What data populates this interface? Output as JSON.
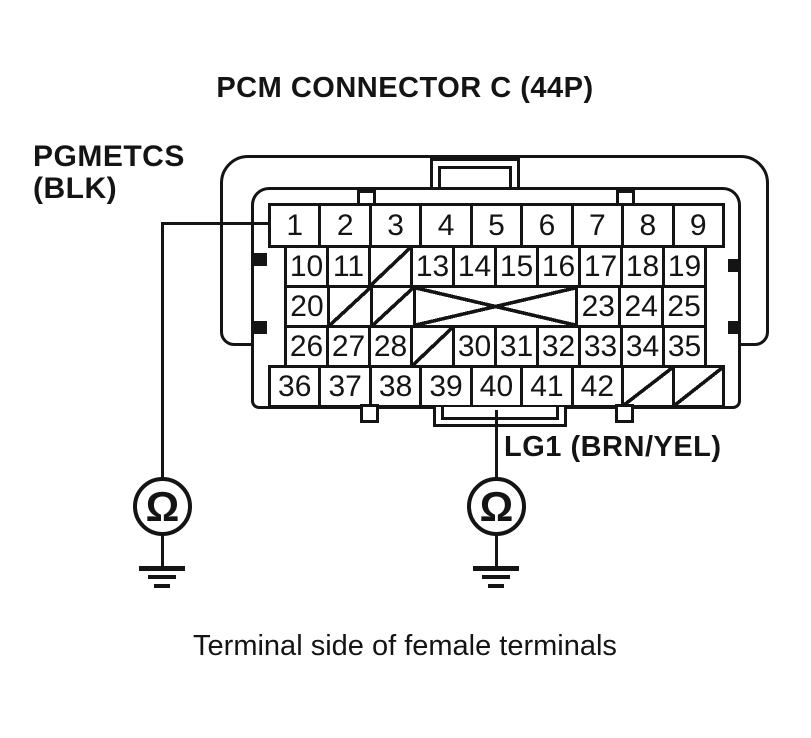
{
  "title": "PCM CONNECTOR C (44P)",
  "caption": "Terminal side of female terminals",
  "wires": {
    "left": {
      "name": "PGMETCS",
      "color_code": "(BLK)"
    },
    "right": {
      "name": "LG1 (BRN/YEL)"
    }
  },
  "meter": {
    "symbol": "Ω"
  },
  "colors": {
    "line": "#141414",
    "background": "#ffffff"
  },
  "connector": {
    "rows": [
      {
        "cells": [
          {
            "label": "1"
          },
          {
            "label": "2"
          },
          {
            "label": "3"
          },
          {
            "label": "4"
          },
          {
            "label": "5"
          },
          {
            "label": "6"
          },
          {
            "label": "7"
          },
          {
            "label": "8"
          },
          {
            "label": "9"
          }
        ]
      },
      {
        "cells": [
          {
            "label": "10"
          },
          {
            "label": "11"
          },
          {
            "type": "slash"
          },
          {
            "label": "13"
          },
          {
            "label": "14"
          },
          {
            "label": "15"
          },
          {
            "label": "16"
          },
          {
            "label": "17"
          },
          {
            "label": "18"
          },
          {
            "label": "19"
          }
        ]
      },
      {
        "cells": [
          {
            "label": "20"
          },
          {
            "type": "slash"
          },
          {
            "type": "slash"
          },
          {
            "type": "cross",
            "span": 4
          },
          {
            "label": "23"
          },
          {
            "label": "24"
          },
          {
            "label": "25"
          }
        ]
      },
      {
        "cells": [
          {
            "label": "26"
          },
          {
            "label": "27"
          },
          {
            "label": "28"
          },
          {
            "type": "slash"
          },
          {
            "label": "30"
          },
          {
            "label": "31"
          },
          {
            "label": "32"
          },
          {
            "label": "33"
          },
          {
            "label": "34"
          },
          {
            "label": "35"
          }
        ]
      },
      {
        "cells": [
          {
            "label": "36"
          },
          {
            "label": "37"
          },
          {
            "label": "38"
          },
          {
            "label": "39"
          },
          {
            "label": "40"
          },
          {
            "label": "41"
          },
          {
            "label": "42"
          },
          {
            "type": "slash"
          },
          {
            "type": "slash"
          }
        ]
      }
    ]
  }
}
